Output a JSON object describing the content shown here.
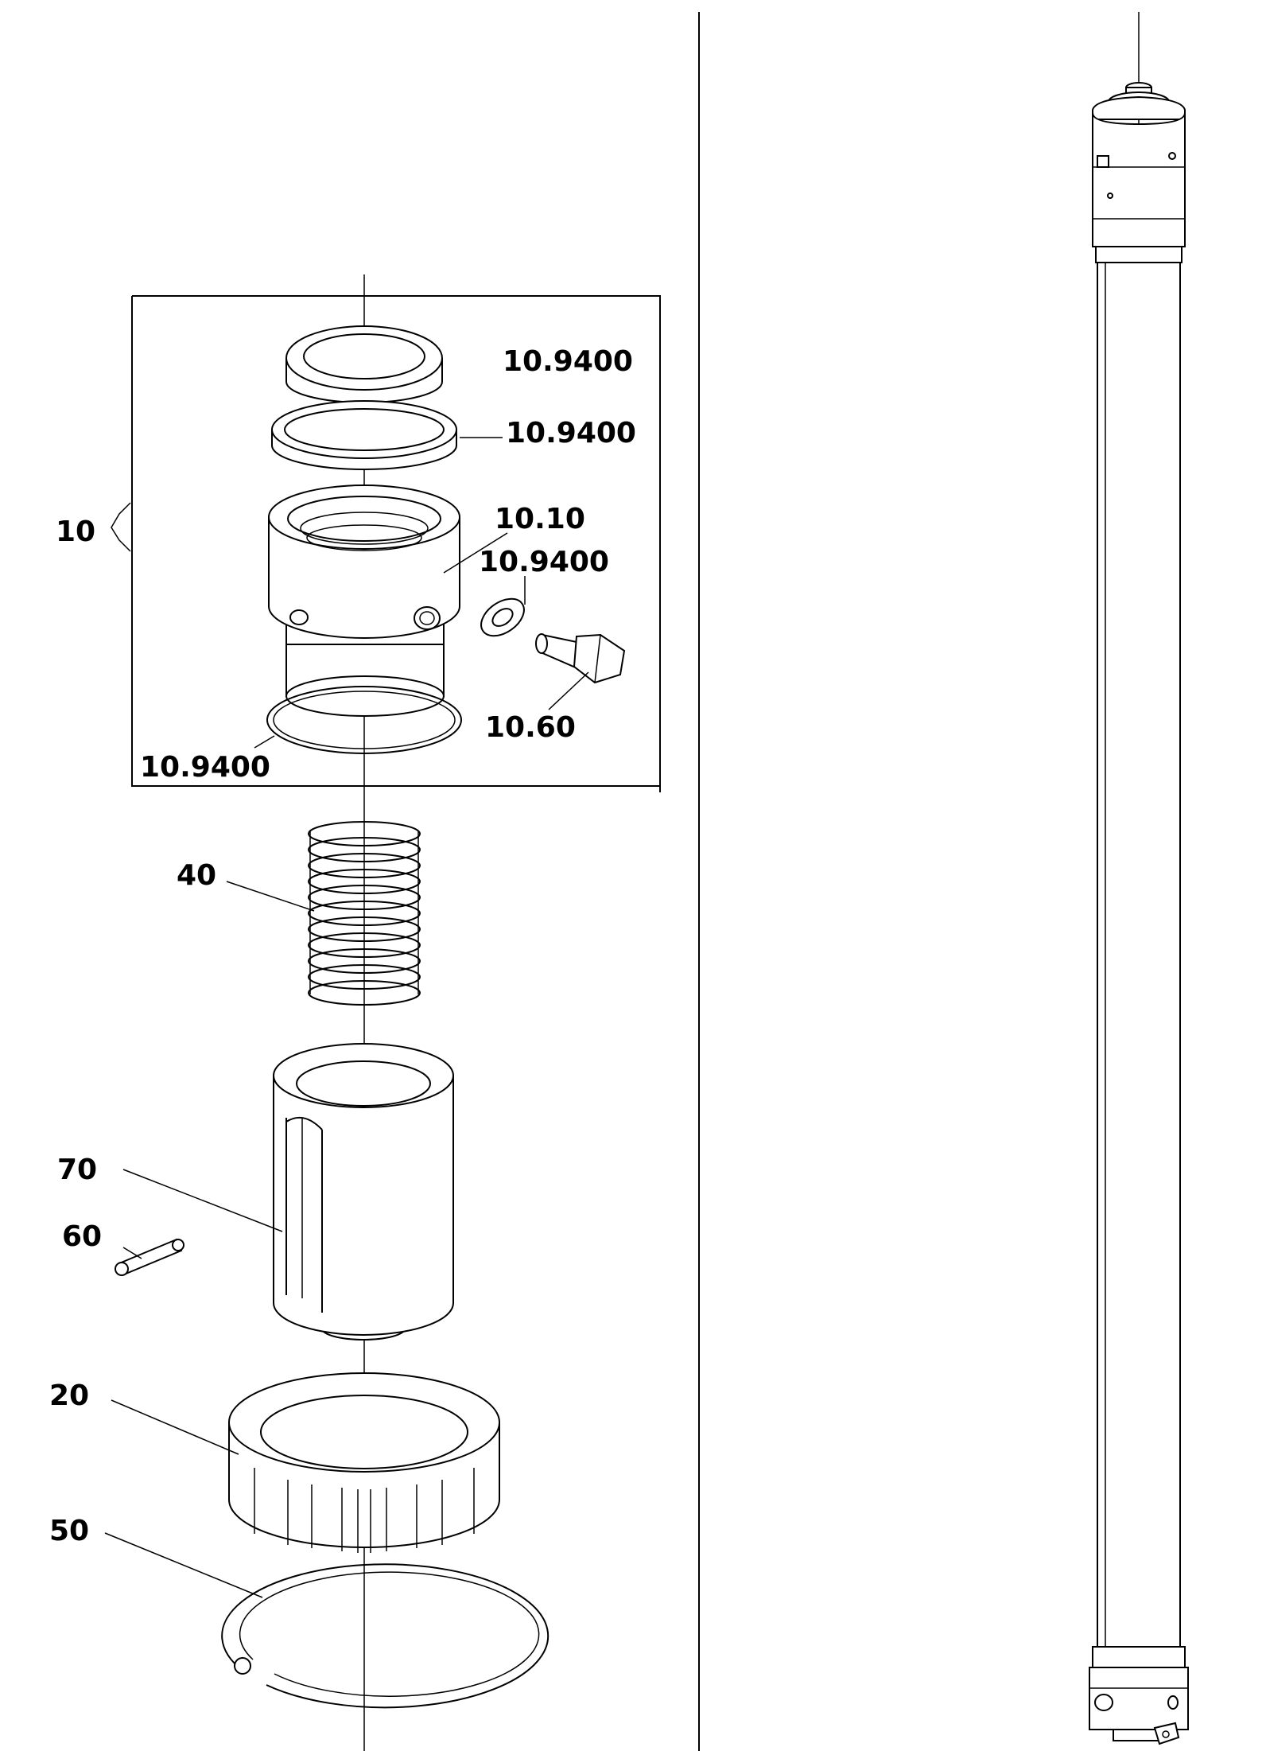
{
  "diagram": {
    "group_label": "10",
    "labels": {
      "seal_top": "10.9400",
      "ring_top": "10.9400",
      "body": "10.10",
      "washer": "10.9400",
      "screw": "10.60",
      "oring_bottom": "10.9400",
      "spring": "40",
      "sleeve": "70",
      "pin": "60",
      "nut": "20",
      "circlip": "50"
    }
  }
}
